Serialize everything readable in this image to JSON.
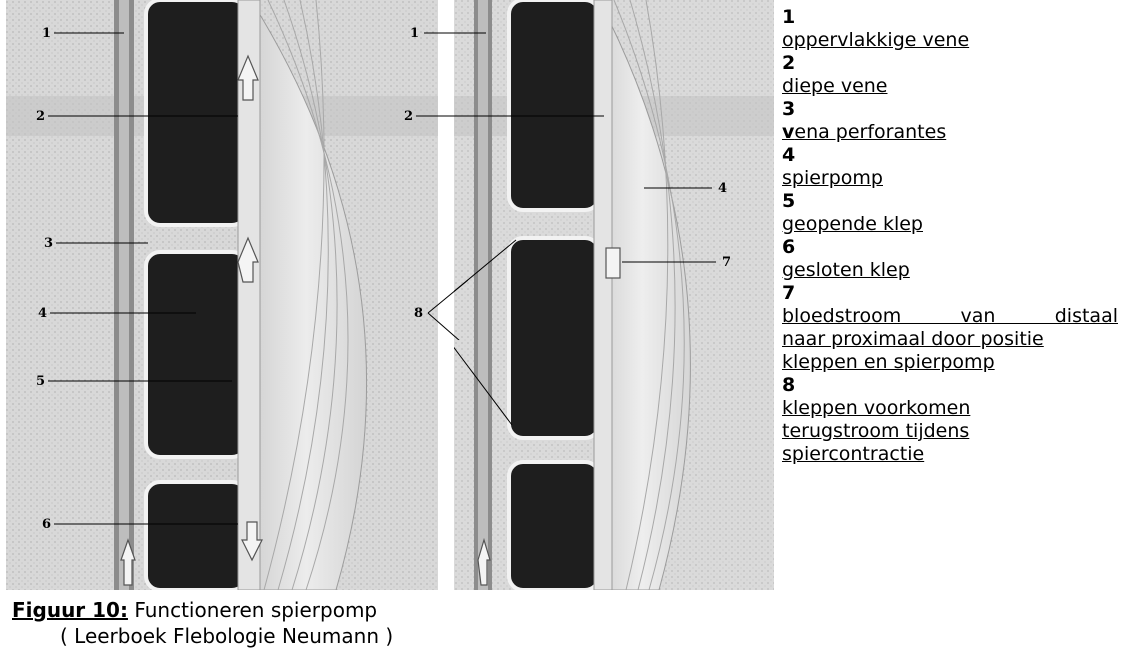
{
  "figure": {
    "left_panel_labels": [
      "1",
      "2",
      "3",
      "4",
      "5",
      "6"
    ],
    "right_panel_labels": [
      "1",
      "2",
      "4",
      "7",
      "8"
    ]
  },
  "caption": {
    "label": "Figuur 10:",
    "title": " Functioneren spierpomp",
    "source": "( Leerboek Flebologie Neumann )"
  },
  "legend": {
    "items": [
      {
        "number": "1",
        "text": "oppervlakkige vene"
      },
      {
        "number": "2",
        "text": "diepe vene"
      },
      {
        "number": "3",
        "text_first": "v",
        "text_rest": "ena perforantes"
      },
      {
        "number": "4",
        "text": "spierpomp"
      },
      {
        "number": "5",
        "text": "geopende klep"
      },
      {
        "number": "6",
        "text": "gesloten klep"
      },
      {
        "number": "7",
        "lines": [
          "bloedstroom van distaal",
          "naar proximaal door positie",
          "kleppen en spierpomp"
        ]
      },
      {
        "number": "8",
        "lines": [
          "kleppen voorkomen",
          "terugstroom tijdens",
          "spiercontractie"
        ]
      }
    ]
  }
}
